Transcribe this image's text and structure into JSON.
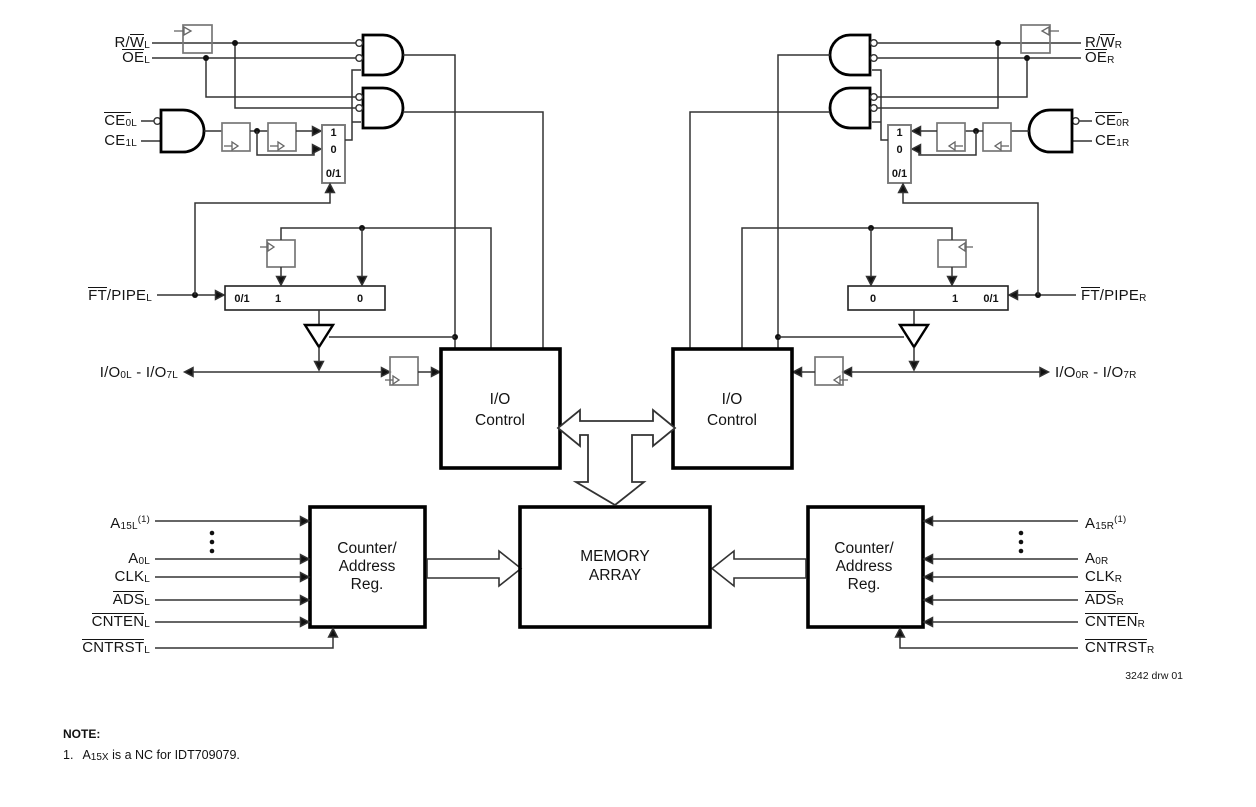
{
  "signals": {
    "rwl_l": [
      {
        "t": "R/"
      },
      {
        "t": "W",
        "over": true
      },
      {
        "t": "L",
        "sub": true
      }
    ],
    "oe_l": [
      {
        "t": "OE",
        "over": true
      },
      {
        "t": "L",
        "sub": true
      }
    ],
    "ce0_l": [
      {
        "t": "CE",
        "over": true
      },
      {
        "t": "0",
        "over": true,
        "sub": true
      },
      {
        "t": "L",
        "sub": true
      }
    ],
    "ce1_l": [
      {
        "t": "CE"
      },
      {
        "t": "1",
        "sub": true
      },
      {
        "t": "L",
        "sub": true
      }
    ],
    "ft_l": [
      {
        "t": "FT",
        "over": true
      },
      {
        "t": "/PIPE"
      },
      {
        "t": "L",
        "sub": true
      }
    ],
    "io_l": [
      {
        "t": "I/O"
      },
      {
        "t": "0L",
        "sub": true
      },
      {
        "t": " - I/O"
      },
      {
        "t": "7L",
        "sub": true
      }
    ],
    "a15_l": [
      {
        "t": "A"
      },
      {
        "t": "15L",
        "sub": true
      },
      {
        "t": "(1)",
        "sup": true
      }
    ],
    "a0_l": [
      {
        "t": "A"
      },
      {
        "t": "0L",
        "sub": true
      }
    ],
    "clk_l": [
      {
        "t": "CLK"
      },
      {
        "t": "L",
        "sub": true
      }
    ],
    "ads_l": [
      {
        "t": "ADS",
        "over": true
      },
      {
        "t": "L",
        "sub": true
      }
    ],
    "cnten_l": [
      {
        "t": "CNTEN",
        "over": true
      },
      {
        "t": "L",
        "sub": true
      }
    ],
    "cntrst_l": [
      {
        "t": "CNTRST",
        "over": true
      },
      {
        "t": "L",
        "sub": true
      }
    ],
    "rwl_r": [
      {
        "t": "R/"
      },
      {
        "t": "W",
        "over": true
      },
      {
        "t": "R",
        "sub": true
      }
    ],
    "oe_r": [
      {
        "t": "OE",
        "over": true
      },
      {
        "t": "R",
        "sub": true
      }
    ],
    "ce0_r": [
      {
        "t": "CE",
        "over": true
      },
      {
        "t": "0",
        "over": true,
        "sub": true
      },
      {
        "t": "R",
        "sub": true
      }
    ],
    "ce1_r": [
      {
        "t": "CE"
      },
      {
        "t": "1",
        "sub": true
      },
      {
        "t": "R",
        "sub": true
      }
    ],
    "ft_r": [
      {
        "t": "FT",
        "over": true
      },
      {
        "t": "/PIPE"
      },
      {
        "t": "R",
        "sub": true
      }
    ],
    "io_r": [
      {
        "t": "I/O"
      },
      {
        "t": "0R",
        "sub": true
      },
      {
        "t": " - I/O"
      },
      {
        "t": "7R",
        "sub": true
      }
    ],
    "a15_r": [
      {
        "t": "A"
      },
      {
        "t": "15R",
        "sub": true
      },
      {
        "t": "(1)",
        "sup": true
      }
    ],
    "a0_r": [
      {
        "t": "A"
      },
      {
        "t": "0R",
        "sub": true
      }
    ],
    "clk_r": [
      {
        "t": "CLK"
      },
      {
        "t": "R",
        "sub": true
      }
    ],
    "ads_r": [
      {
        "t": "ADS",
        "over": true
      },
      {
        "t": "R",
        "sub": true
      }
    ],
    "cnten_r": [
      {
        "t": "CNTEN",
        "over": true
      },
      {
        "t": "R",
        "sub": true
      }
    ],
    "cntrst_r": [
      {
        "t": "CNTRST",
        "over": true
      },
      {
        "t": "R",
        "sub": true
      }
    ]
  },
  "blocks": {
    "io_control": [
      "I/O",
      "Control"
    ],
    "memory": [
      "MEMORY",
      "ARRAY"
    ],
    "counter": [
      "Counter/",
      "Address",
      "Reg."
    ]
  },
  "mux_labels": {
    "one": "1",
    "zero": "0",
    "select": "0/1"
  },
  "footer": {
    "drawing_number": "3242 drw 01"
  },
  "note": {
    "heading": "NOTE:",
    "item1": [
      {
        "t": "1.  A"
      },
      {
        "t": "15X",
        "sub": true
      },
      {
        "t": " is a NC for IDT709079."
      }
    ]
  }
}
